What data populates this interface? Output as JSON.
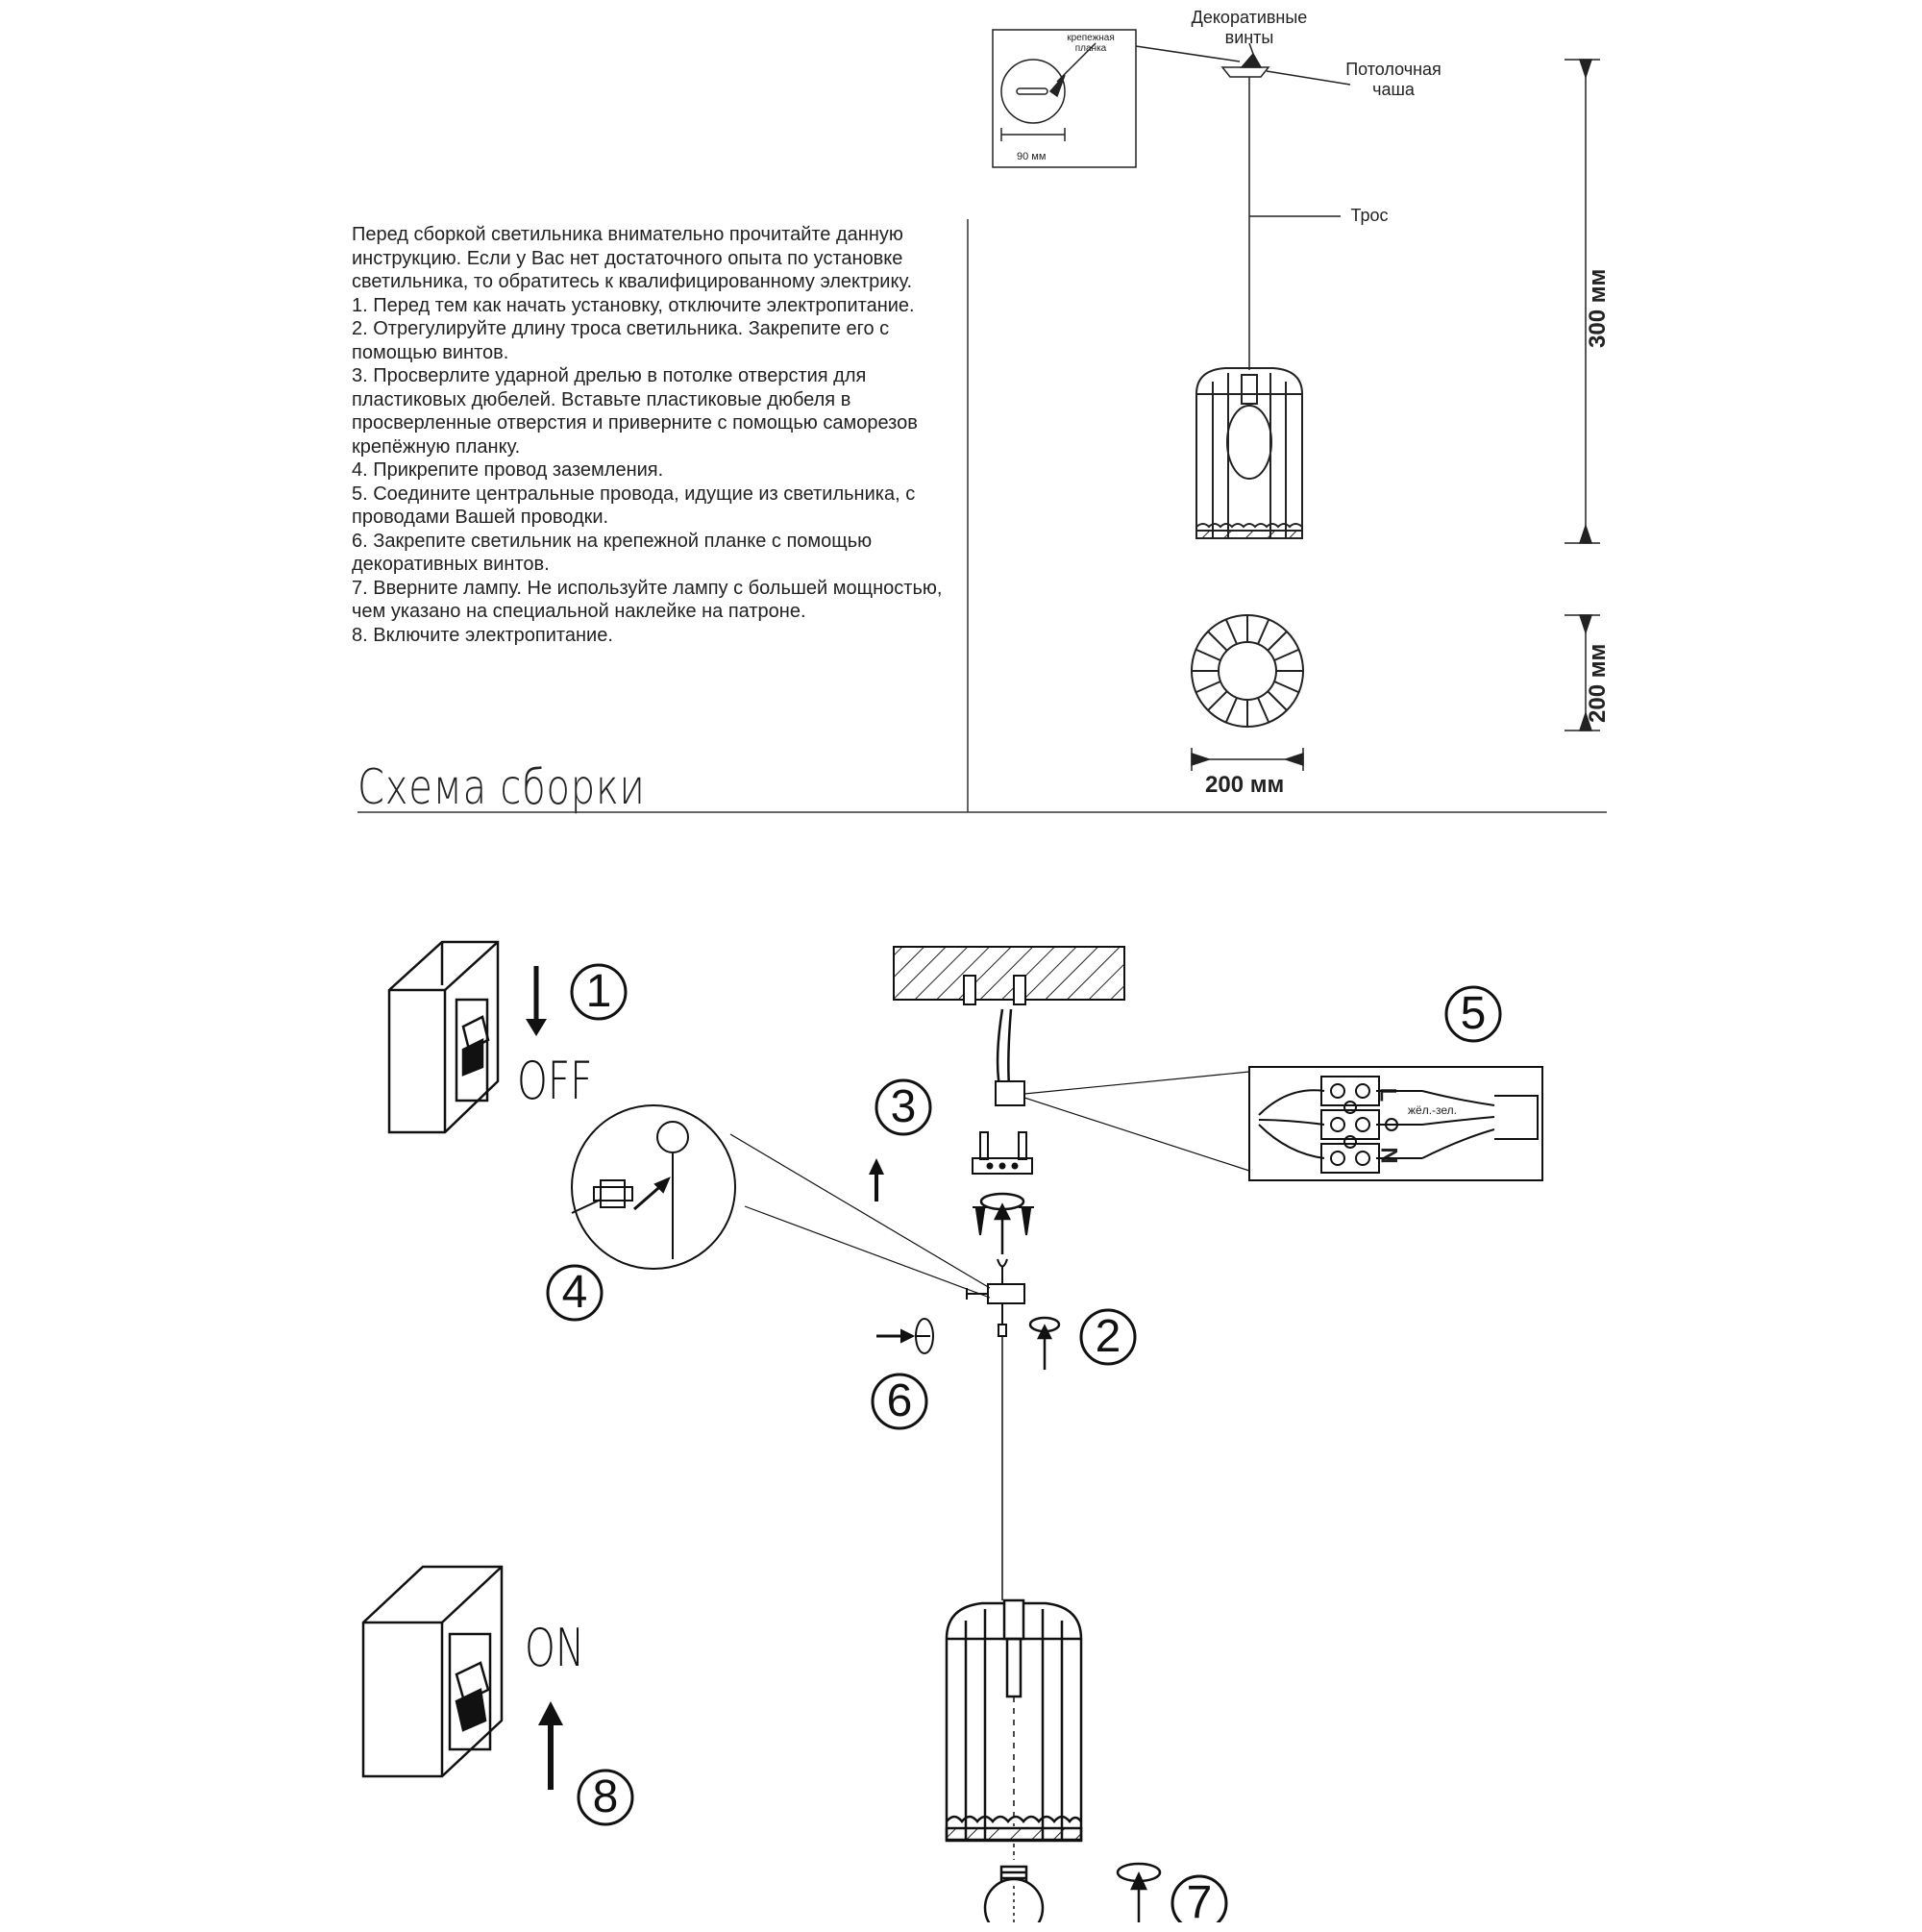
{
  "instructions": {
    "intro": "Перед сборкой светильника внимательно прочитайте данную инструкцию. Если у Вас нет достаточного опыта по установке светильника, то обратитесь к квалифицированному электрику.",
    "steps": [
      "1. Перед тем как начать установку, отключите электропитание.",
      "2. Отрегулируйте длину троса светильника.  Закрепите его с помощью винтов.",
      "3. Просверлите ударной дрелью в потолке отверстия для пластиковых дюбелей. Вставьте пластиковые дюбеля в просверленные отверстия и приверните с помощью саморезов крепёжную планку.",
      "4. Прикрепите провод заземления.",
      "5. Соедините центральные провода, идущие из светильника, с проводами Вашей проводки.",
      "6. Закрепите светильник на крепежной планке с помощью декоративных винтов.",
      "7. Вверните лампу. Не используйте лампу с большей мощностью, чем указано на специальной наклейке на патроне.",
      "8. Включите электропитание."
    ]
  },
  "diagram": {
    "labels": {
      "decorative_screws": "Декоративные винты",
      "ceiling_cup": "Потолочная чаша",
      "cable": "Трос",
      "mounting_bar": "крепежная планка",
      "bar_width": "90 мм"
    },
    "dimensions": {
      "height": "300 мм",
      "depth": "200 мм",
      "width": "200 мм"
    }
  },
  "schema": {
    "title": "Схема сборки",
    "off_label": "OFF",
    "on_label": "ON",
    "wire_label": "жёл.-зел.",
    "terminal_L": "L",
    "terminal_N": "N",
    "step_numbers": [
      "1",
      "2",
      "3",
      "4",
      "5",
      "6",
      "7",
      "8"
    ]
  }
}
